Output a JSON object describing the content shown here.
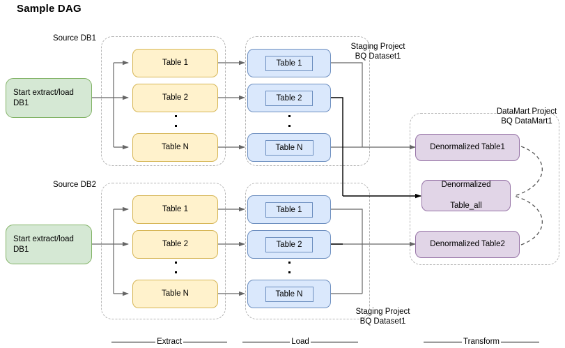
{
  "title": "Sample DAG",
  "colors": {
    "green_fill": "#d5e8d4",
    "green_stroke": "#82b366",
    "yellow_fill": "#fff2cc",
    "yellow_stroke": "#d6b656",
    "blue_fill": "#dae8fc",
    "blue_stroke": "#6c8ebf",
    "purple_fill": "#e1d5e7",
    "purple_stroke": "#9673a6",
    "group_dash": "#b3b3b3",
    "edge": "#666666",
    "edge_dark": "#000000"
  },
  "source_labels": {
    "db1": "Source DB1",
    "db2": "Source DB2"
  },
  "start_nodes": [
    {
      "id": "start-1",
      "label": "Start extract/load\nDB1"
    },
    {
      "id": "start-2",
      "label": "Start extract/load\nDB1"
    }
  ],
  "extract_groups": [
    {
      "id": "extract-db1",
      "tables": [
        "Table 1",
        "Table 2",
        "Table N"
      ]
    },
    {
      "id": "extract-db2",
      "tables": [
        "Table 1",
        "Table 2",
        "Table N"
      ]
    }
  ],
  "load_groups": [
    {
      "id": "load-db1",
      "caption": "Staging Project\nBQ Dataset1",
      "tables": [
        "Table 1",
        "Table 2",
        "Table N"
      ]
    },
    {
      "id": "load-db2",
      "caption": "Staging Project\nBQ Dataset1",
      "tables": [
        "Table 1",
        "Table 2",
        "Table N"
      ]
    }
  ],
  "transform_group": {
    "id": "datamart",
    "caption": "DataMart Project\nBQ DataMart1",
    "tables": [
      {
        "id": "denorm-1",
        "label": "Denormalized Table1"
      },
      {
        "id": "denorm-all",
        "label": "Denormalized\n\nTable_all"
      },
      {
        "id": "denorm-2",
        "label": "Denormalized Table2"
      }
    ]
  },
  "phases": [
    {
      "id": "phase-extract",
      "label": "Extract"
    },
    {
      "id": "phase-load",
      "label": "Load"
    },
    {
      "id": "phase-transform",
      "label": "Transform"
    }
  ]
}
